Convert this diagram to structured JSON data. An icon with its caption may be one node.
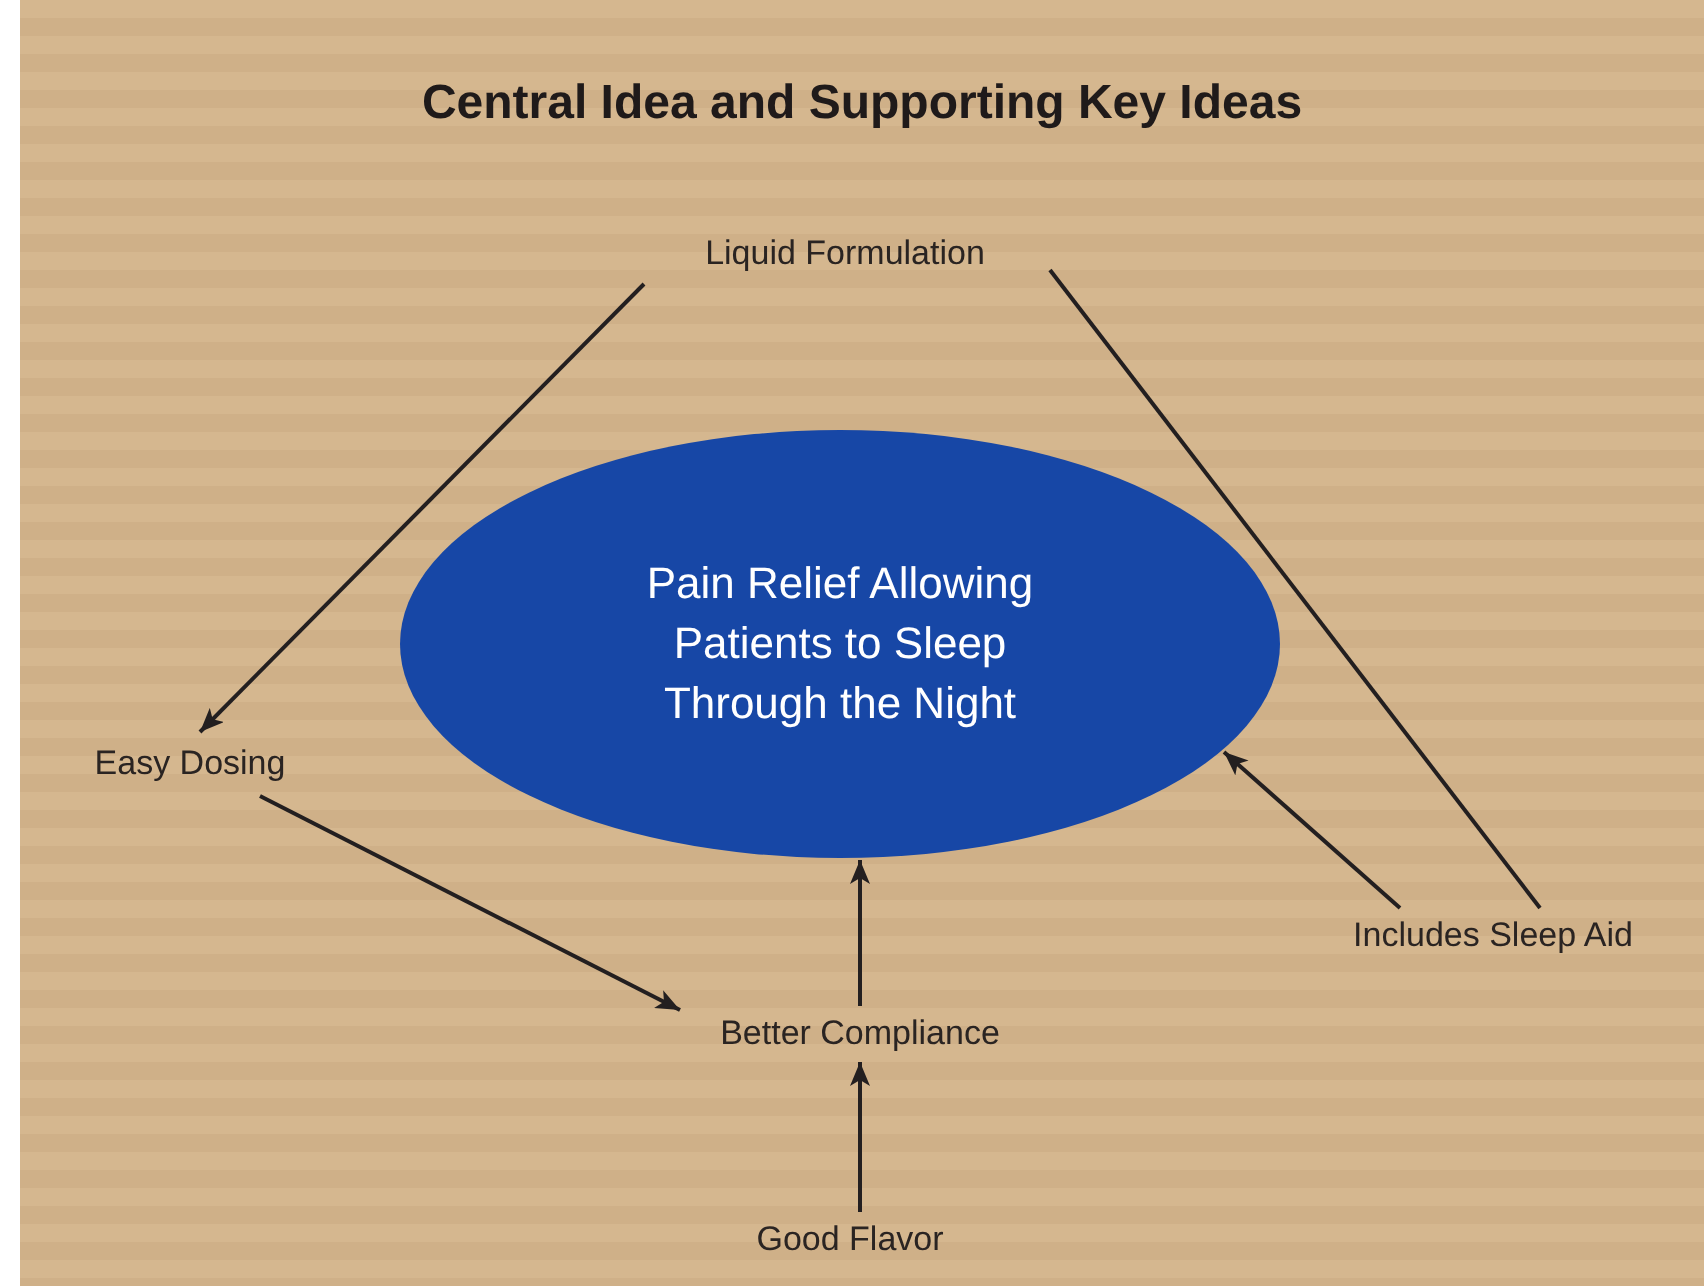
{
  "diagram": {
    "title": "Central Idea and Supporting Key Ideas",
    "nodes": [
      {
        "text": [
          "Pain Relief Allowing Patients to Sleep Through the Night"
        ]
      },
      {
        "text": [
          "Liquid Formulation"
        ]
      },
      {
        "text": [
          "Easy Dosing"
        ]
      },
      {
        "text": [
          "Includes Sleep Aid"
        ]
      },
      {
        "text": [
          "Better Compliance"
        ]
      },
      {
        "text": [
          "Good Flavor"
        ]
      }
    ],
    "edges": [
      {
        "from": 1,
        "to": 2,
        "arrow": "to"
      },
      {
        "from": 1,
        "to": 3,
        "arrow": "none"
      },
      {
        "from": 3,
        "to": 0,
        "arrow": "to"
      },
      {
        "from": 2,
        "to": 4,
        "arrow": "to"
      },
      {
        "from": 4,
        "to": 0,
        "arrow": "to"
      },
      {
        "from": 5,
        "to": 4,
        "arrow": "to"
      }
    ]
  }
}
